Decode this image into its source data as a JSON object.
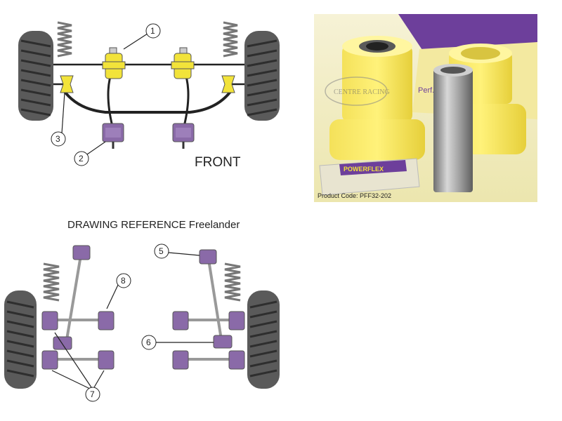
{
  "diagram": {
    "front_label": "FRONT",
    "drawing_reference": "DRAWING REFERENCE Freelander",
    "callouts": [
      "1",
      "2",
      "3",
      "5",
      "6",
      "7",
      "8"
    ]
  },
  "photo": {
    "product_code": "Product Code: PFF32-202",
    "watermark_text": "CENTRE RACING",
    "packet_text": "POWERFLEX",
    "box_text": "Perf... the..."
  },
  "colors": {
    "bush_yellow": "#f2e33a",
    "bush_purple": "#8a6aa8",
    "tyre": "#555555",
    "spring": "#777777"
  }
}
